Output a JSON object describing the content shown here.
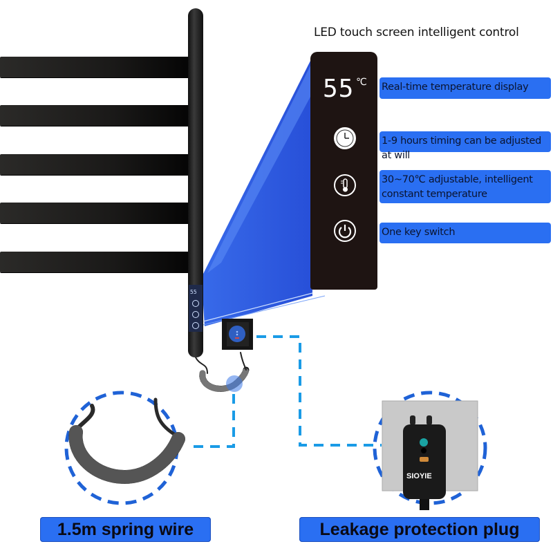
{
  "header": {
    "title": "LED touch screen intelligent control"
  },
  "control_panel": {
    "temperature_value": "55",
    "temperature_unit": "℃",
    "icons": [
      "clock-icon",
      "thermometer-icon",
      "power-icon"
    ]
  },
  "features": [
    {
      "label": "Real-time temperature display",
      "icon": "temperature-display"
    },
    {
      "label": "1-9 hours timing can be adjusted at will",
      "icon": "clock-icon"
    },
    {
      "label": "30~70℃ adjustable, intelligent constant temperature",
      "icon": "thermometer-icon"
    },
    {
      "label": "One key switch",
      "icon": "power-icon"
    }
  ],
  "mini_panel": {
    "temperature_value": "55"
  },
  "bottom_labels": {
    "spring_wire": "1.5m spring wire",
    "plug": "Leakage protection plug"
  },
  "plug": {
    "brand": "SIOYIE"
  },
  "colors": {
    "accent_blue": "#2a6ff2",
    "dash_blue": "#1a9be6",
    "panel_dark": "#1e1412",
    "rail_black": "#1a1918"
  }
}
